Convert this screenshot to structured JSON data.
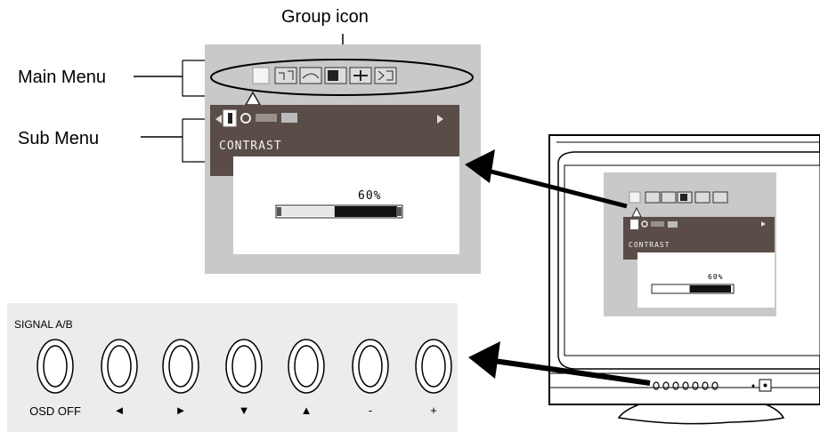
{
  "callouts": {
    "group_icon": "Group icon",
    "main_menu": "Main Menu",
    "sub_menu": "Sub Menu"
  },
  "osd": {
    "item_label": "CONTRAST",
    "value_text": "60%",
    "value_fraction": 0.6,
    "main_menu_icons": [
      "contrast-brightness-group-icon",
      "size-position-group-icon",
      "geometry-group-icon",
      "color-group-icon",
      "convergence-group-icon",
      "tools-group-icon"
    ],
    "sub_menu_icons": [
      "contrast-icon",
      "brightness-icon",
      "settings-icon",
      "tools-icon"
    ]
  },
  "monitor_osd": {
    "item_label": "CONTRAST",
    "value_text": "60%"
  },
  "control_panel": {
    "top_label": "SIGNAL A/B",
    "buttons": [
      {
        "label": "OSD OFF"
      },
      {
        "label": "◄"
      },
      {
        "label": "►"
      },
      {
        "label": "▼"
      },
      {
        "label": "▲"
      },
      {
        "label": "-"
      },
      {
        "label": "+"
      }
    ]
  },
  "colors": {
    "osd_bg": "#c9c9c9",
    "osd_band": "#5a4d48",
    "panel_bg": "#ececec"
  }
}
